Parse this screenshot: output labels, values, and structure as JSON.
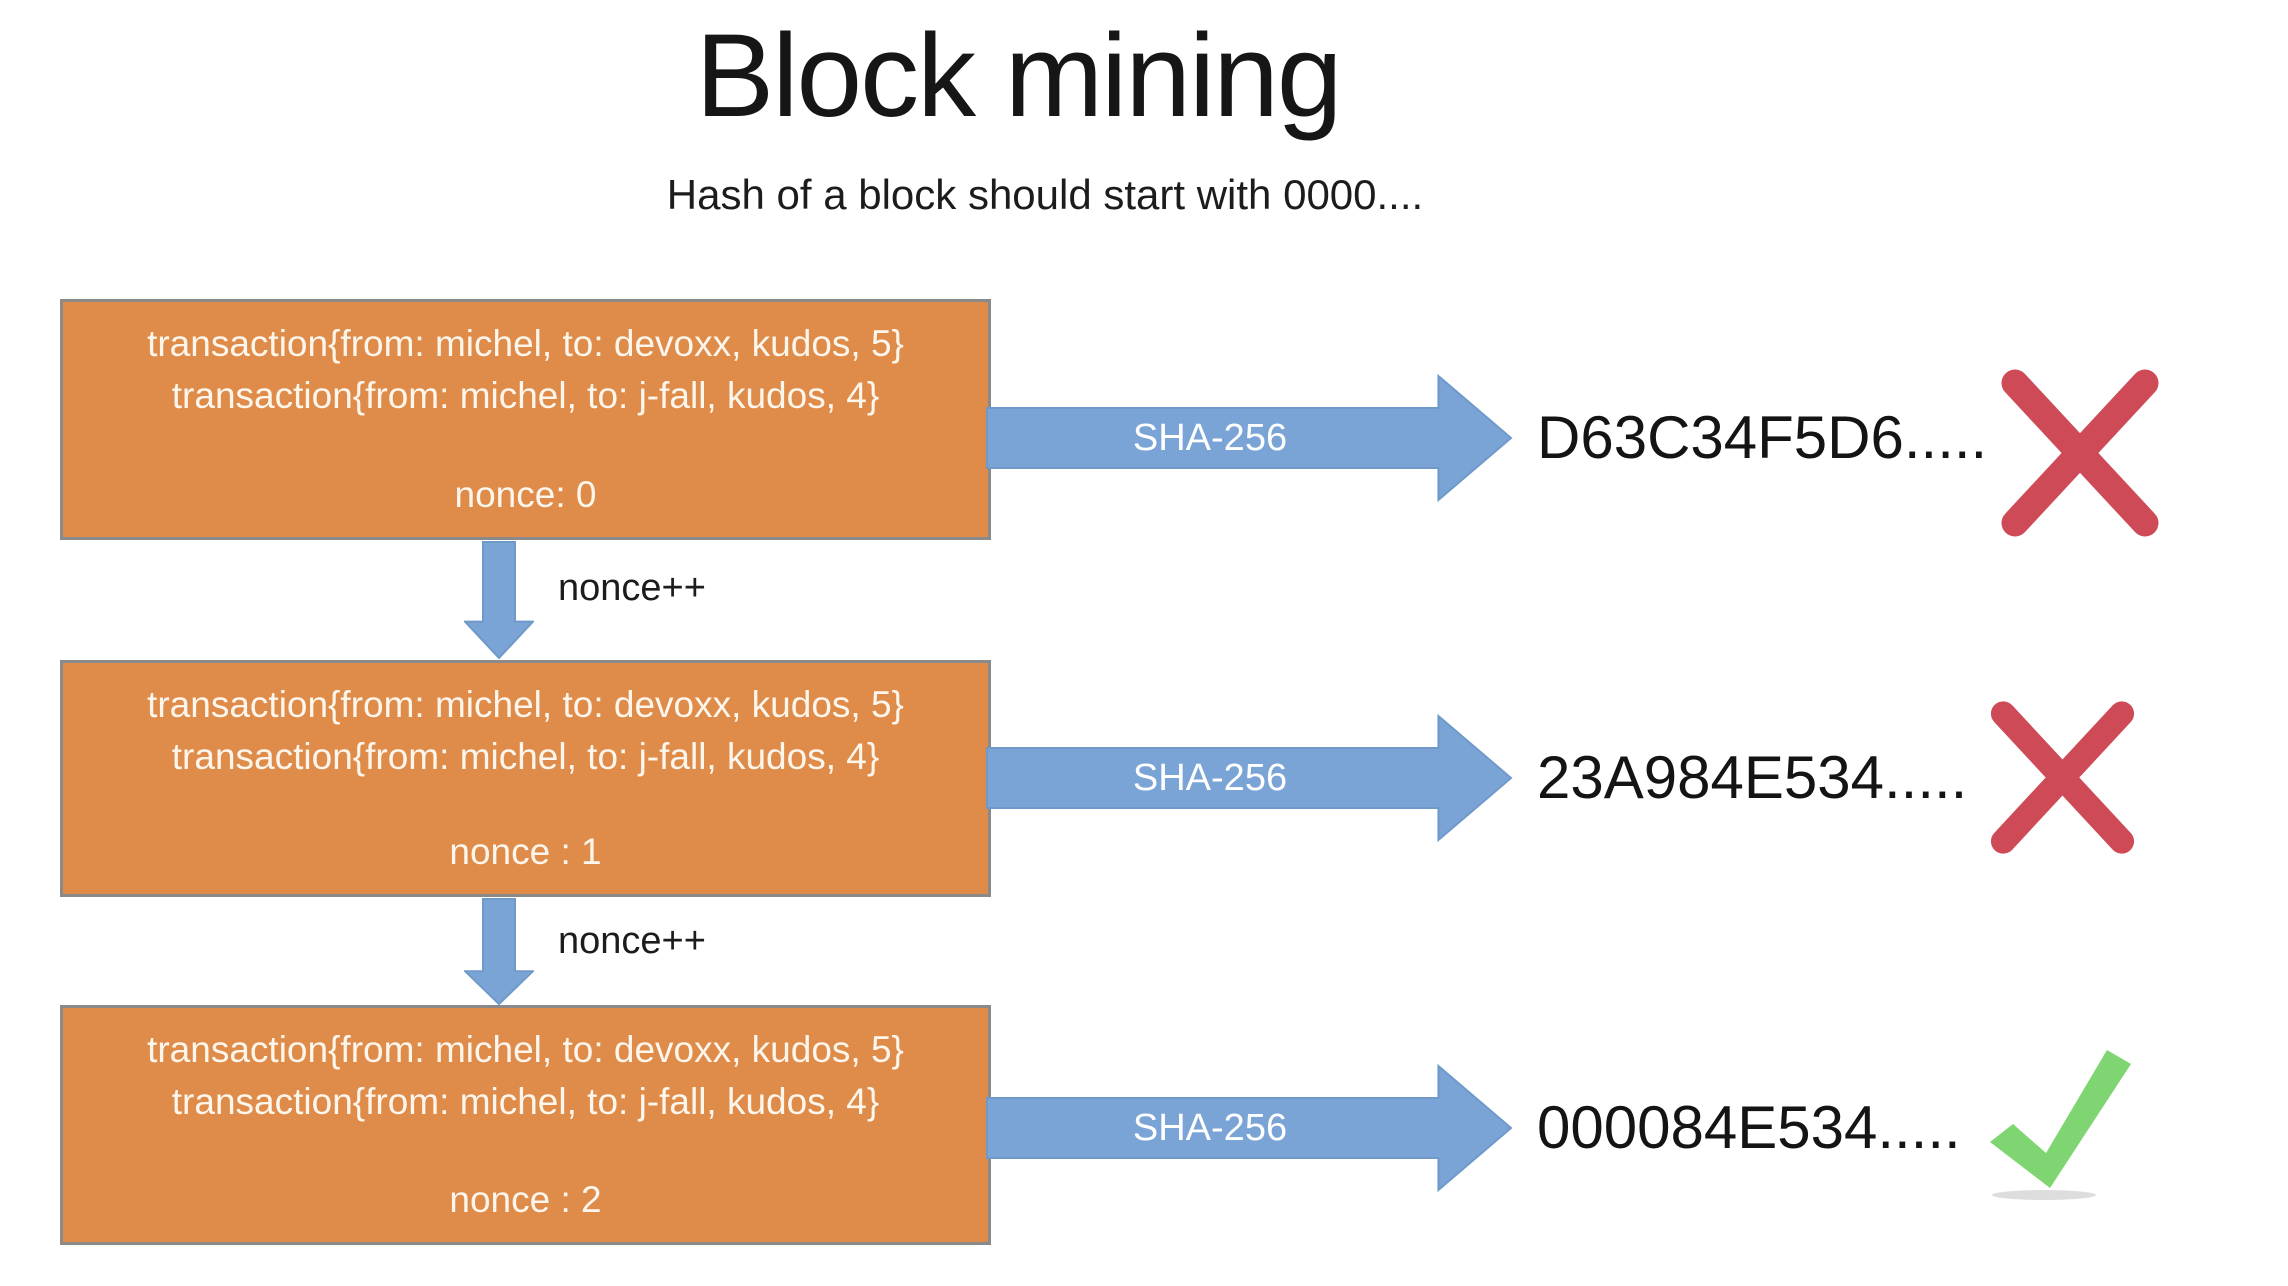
{
  "title": "Block mining",
  "subtitle": "Hash of a block should start with 0000....",
  "blocks": [
    {
      "line1": "transaction{from: michel, to: devoxx, kudos, 5}",
      "line2": "transaction{from: michel, to: j-fall, kudos, 4}",
      "nonce": "nonce: 0"
    },
    {
      "line1": "transaction{from: michel, to: devoxx, kudos, 5}",
      "line2": "transaction{from: michel, to: j-fall, kudos, 4}",
      "nonce": "nonce : 1"
    },
    {
      "line1": "transaction{from: michel, to: devoxx, kudos, 5}",
      "line2": "transaction{from: michel, to: j-fall, kudos, 4}",
      "nonce": "nonce : 2"
    }
  ],
  "nonce_increment_label": "nonce++",
  "hash_rows": [
    {
      "algorithm": "SHA-256",
      "hash": "D63C34F5D6.....",
      "result": "fail"
    },
    {
      "algorithm": "SHA-256",
      "hash": "23A984E534.....",
      "result": "fail"
    },
    {
      "algorithm": "SHA-256",
      "hash": "000084E534.....",
      "result": "pass"
    }
  ],
  "colors": {
    "block_fill": "#DF8B49",
    "block_border": "#8A8A8A",
    "block_text": "#FDF6EC",
    "arrow_fill": "#7AA4D6",
    "arrow_stroke": "#6E99C9",
    "cross": "#CE4A57",
    "check": "#7FD571",
    "check_shadow": "#DDDDDD",
    "ink": "#161616"
  }
}
